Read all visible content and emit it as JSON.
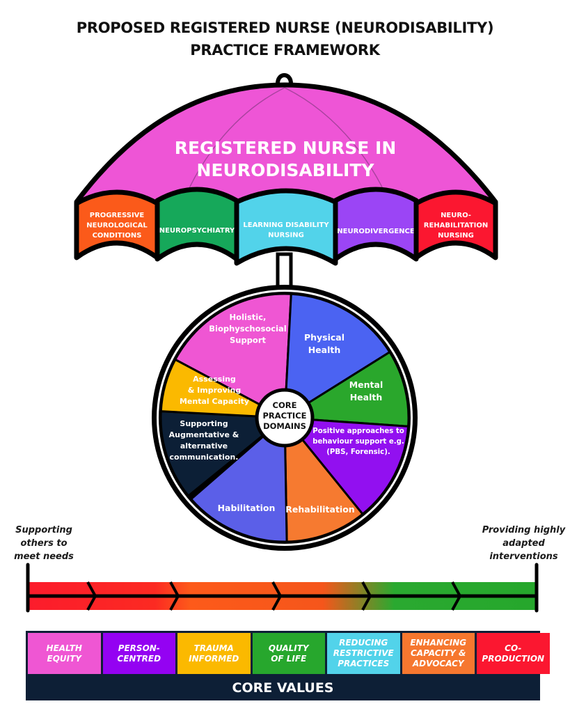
{
  "title": {
    "line1": "PROPOSED REGISTERED NURSE (NEURODISABILITY)",
    "line2": "PRACTICE FRAMEWORK"
  },
  "umbrella": {
    "canopy_title_line1": "REGISTERED NURSE IN",
    "canopy_title_line2": "NEURODISABILITY",
    "canopy_color": "#ee55d6",
    "panels": [
      {
        "lines": [
          "PROGRESSIVE",
          "NEUROLOGICAL",
          "CONDITIONS"
        ],
        "color": "#fb5a1a"
      },
      {
        "lines": [
          "NEUROPSYCHIATRY"
        ],
        "color": "#16a85a"
      },
      {
        "lines": [
          "LEARNING DISABILITY",
          "NURSING"
        ],
        "color": "#52d3ea"
      },
      {
        "lines": [
          "NEURODIVERGENCE"
        ],
        "color": "#9b45f5"
      },
      {
        "lines": [
          "NEURO-",
          "REHABILITATION",
          "NURSING"
        ],
        "color": "#fb1730"
      }
    ]
  },
  "wheel": {
    "center_lines": [
      "CORE",
      "PRACTICE",
      "DOMAINS"
    ],
    "segments": [
      {
        "lines": [
          "Holistic,",
          "Biophyschosocial",
          "Support"
        ],
        "color": "#ef56d3"
      },
      {
        "lines": [
          "Physical",
          "Health"
        ],
        "color": "#4b63f2"
      },
      {
        "lines": [
          "Mental",
          "Health"
        ],
        "color": "#2aa72c"
      },
      {
        "lines": [
          "Positive approaches to",
          "behaviour support e.g.",
          "(PBS, Forensic)."
        ],
        "color": "#9210f0"
      },
      {
        "lines": [
          "Rehabilitation"
        ],
        "color": "#f67a30"
      },
      {
        "lines": [
          "Habilitation"
        ],
        "color": "#5b5fe8"
      },
      {
        "lines": [
          "Supporting",
          "Augmentative &",
          "alternative",
          "communication."
        ],
        "color": "#0c1f36"
      },
      {
        "lines": [
          "Assessing",
          "& Improving",
          "Mental Capacity"
        ],
        "color": "#fbb900"
      }
    ]
  },
  "continuum": {
    "left_label": [
      "Supporting",
      "others to",
      "meet needs"
    ],
    "right_label": [
      "Providing highly",
      "adapted",
      "interventions"
    ],
    "gradient": [
      "#fc1c2c",
      "#fc2a22",
      "#fd5a1a",
      "#f5561b",
      "#2aa930",
      "#26a72c"
    ]
  },
  "core_values": {
    "footer": "CORE VALUES",
    "items": [
      {
        "lines": [
          "HEALTH",
          "EQUITY"
        ],
        "color": "#ef56d3"
      },
      {
        "lines": [
          "PERSON-",
          "CENTRED"
        ],
        "color": "#9402f2"
      },
      {
        "lines": [
          "TRAUMA",
          "INFORMED"
        ],
        "color": "#fbb900"
      },
      {
        "lines": [
          "QUALITY",
          "OF LIFE"
        ],
        "color": "#27a72d"
      },
      {
        "lines": [
          "REDUCING",
          "RESTRICTIVE",
          "PRACTICES"
        ],
        "color": "#52d3ea"
      },
      {
        "lines": [
          "ENHANCING",
          "CAPACITY &",
          "ADVOCACY"
        ],
        "color": "#f6772f"
      },
      {
        "lines": [
          "CO-",
          "PRODUCTION"
        ],
        "color": "#fb1730"
      }
    ]
  }
}
